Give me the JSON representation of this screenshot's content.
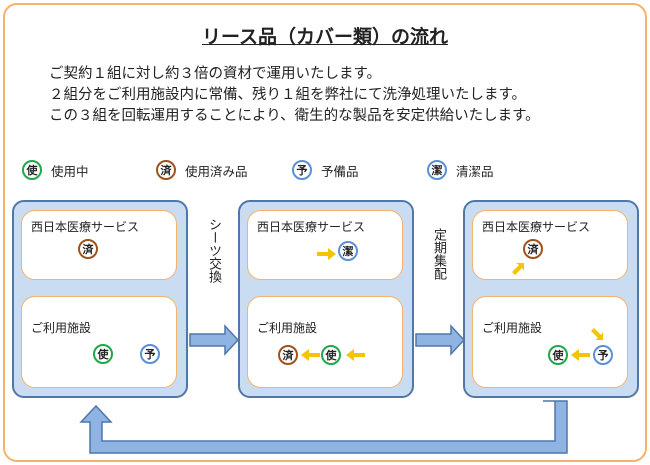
{
  "title": "リース品（カバー類）の流れ",
  "intro": [
    "ご契約１組に対し約３倍の資材で運用いたします。",
    "２組分をご利用施設内に常備、残り１組を弊社にて洗浄処理いたします。",
    "この３組を回転運用することにより、衛生的な製品を安定供給いたします。"
  ],
  "legend": [
    {
      "mark": "使",
      "label": "使用中"
    },
    {
      "mark": "済",
      "label": "使用済み品"
    },
    {
      "mark": "予",
      "label": "予備品"
    },
    {
      "mark": "潔",
      "label": "清潔品"
    }
  ],
  "stages": [
    {
      "top_label": "西日本医療サービス",
      "bottom_label": "ご利用施設",
      "top_marks": [
        "済"
      ],
      "bottom_marks": [
        "使",
        "予"
      ]
    },
    {
      "top_label": "西日本医療サービス",
      "bottom_label": "ご利用施設",
      "top_marks": [
        "潔"
      ],
      "bottom_marks": [
        "済",
        "使"
      ]
    },
    {
      "top_label": "西日本医療サービス",
      "bottom_label": "ご利用施設",
      "top_marks": [
        "済"
      ],
      "bottom_marks": [
        "使",
        "予"
      ]
    }
  ],
  "transitions": [
    "シーツ交換",
    "定期集配"
  ],
  "colors": {
    "frame_border": "#f3b36b",
    "stage_fill": "#c9dcf1",
    "stage_border": "#4f77a8",
    "arrow_fill": "#8fb4e3",
    "small_arrow": "#f5c400",
    "in_use": "#1ea84a",
    "used": "#a0521e",
    "spare": "#5b8fd6",
    "clean": "#5b8fd6"
  }
}
